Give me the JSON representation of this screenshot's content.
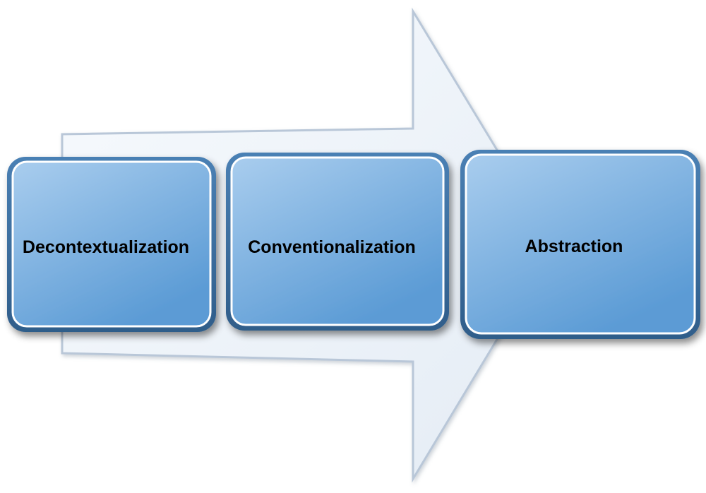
{
  "diagram": {
    "type": "process-arrow",
    "steps": [
      {
        "label": "Decontextualization"
      },
      {
        "label": "Conventionalization"
      },
      {
        "label": "Abstraction"
      }
    ],
    "colors": {
      "arrow_fill": "#eef3f9",
      "arrow_edge": "#b9c7d8",
      "box_fill_light": "#a9cdee",
      "box_fill_dark": "#5b9bd5",
      "box_border": "#3e6f9e",
      "box_rim": "#ffffff",
      "text": "#000000"
    }
  }
}
